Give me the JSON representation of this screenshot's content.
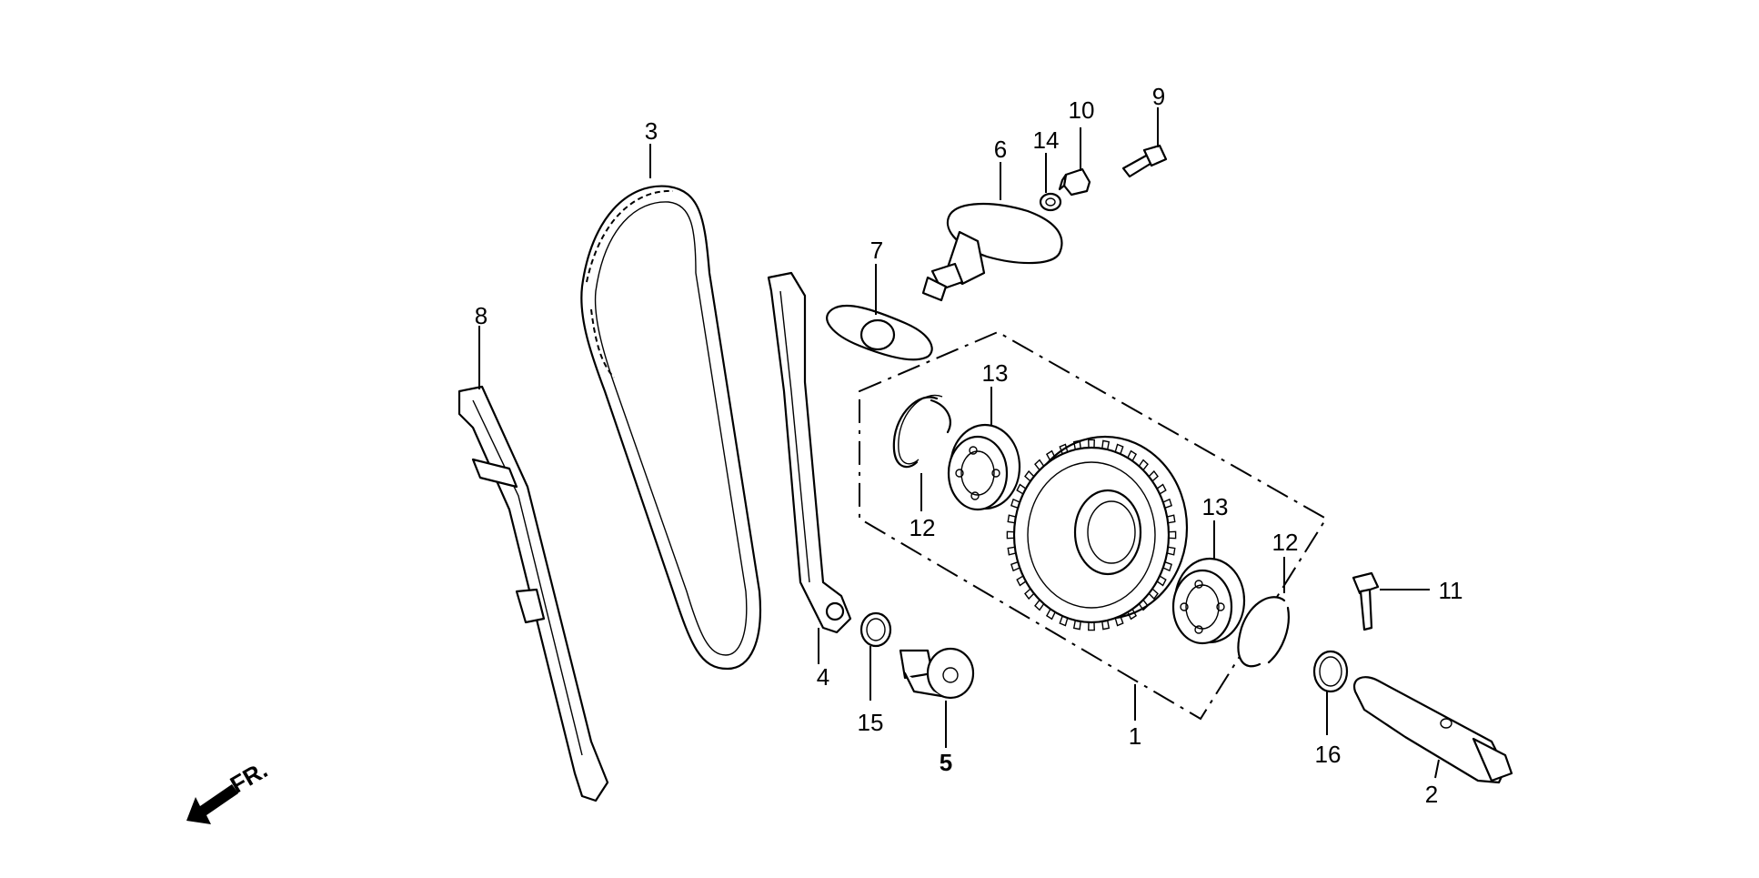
{
  "callouts": {
    "p1": "1",
    "p2": "2",
    "p3": "3",
    "p4": "4",
    "p5": "5",
    "p6": "6",
    "p7": "7",
    "p8": "8",
    "p9": "9",
    "p10": "10",
    "p11": "11",
    "p12a": "12",
    "p12b": "12",
    "p13a": "13",
    "p13b": "13",
    "p14": "14",
    "p15": "15",
    "p16": "16"
  },
  "front_indicator": {
    "label": "FR.",
    "icon": "front-arrow-icon"
  }
}
